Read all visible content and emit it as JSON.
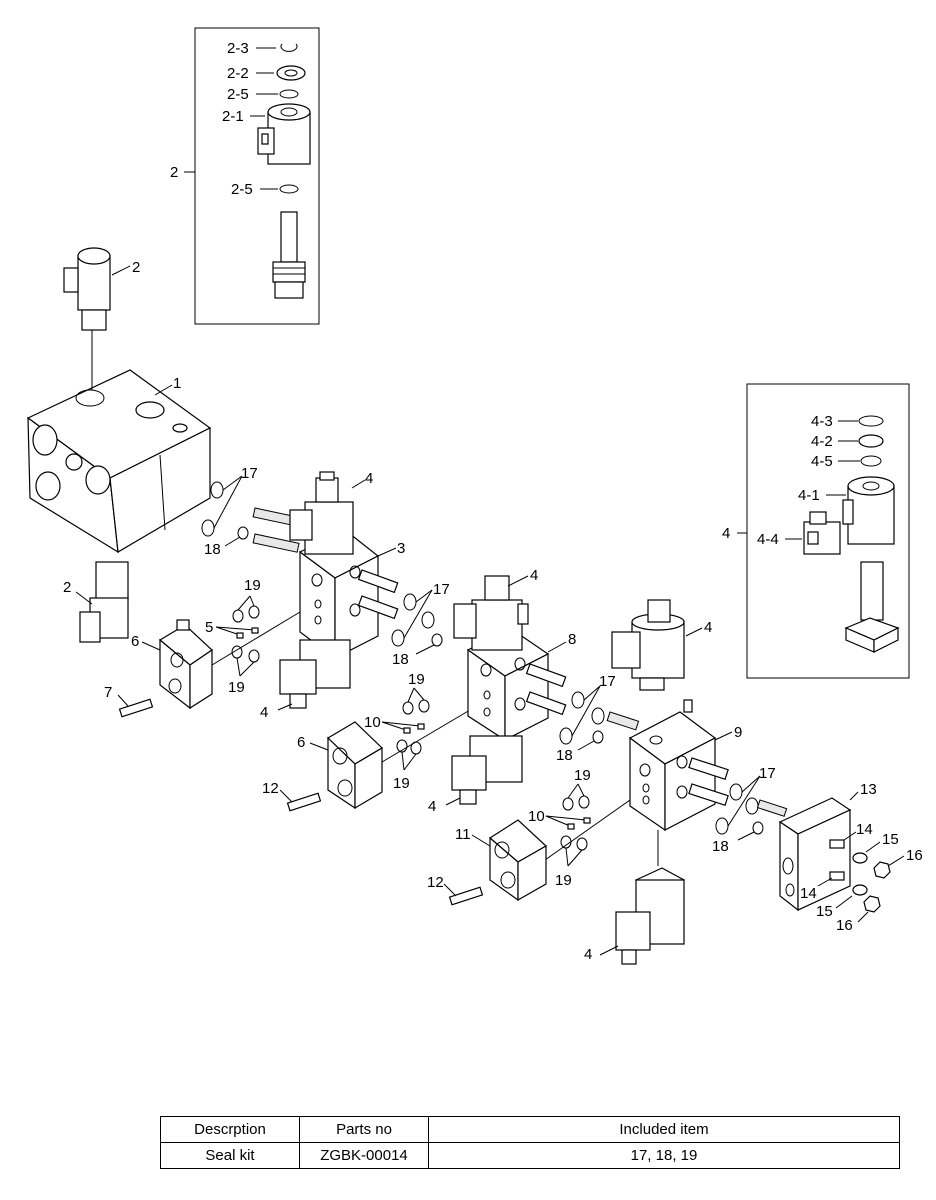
{
  "callouts": {
    "c1": "1",
    "c2a": "2",
    "c2b": "2",
    "c2c": "2",
    "c2_1": "2-1",
    "c2_2": "2-2",
    "c2_3": "2-3",
    "c2_5a": "2-5",
    "c2_5b": "2-5",
    "c3": "3",
    "c4a": "4",
    "c4b": "4",
    "c4c": "4",
    "c4d": "4",
    "c4e": "4",
    "c4f": "4",
    "c4_1": "4-1",
    "c4_2": "4-2",
    "c4_3": "4-3",
    "c4_4": "4-4",
    "c4_5": "4-5",
    "c5": "5",
    "c6a": "6",
    "c6b": "6",
    "c7": "7",
    "c8": "8",
    "c9": "9",
    "c10a": "10",
    "c10b": "10",
    "c11": "11",
    "c12a": "12",
    "c12b": "12",
    "c13": "13",
    "c14a": "14",
    "c14b": "14",
    "c15a": "15",
    "c15b": "15",
    "c16a": "16",
    "c16b": "16",
    "c17a": "17",
    "c17b": "17",
    "c17c": "17",
    "c17d": "17",
    "c18a": "18",
    "c18b": "18",
    "c18c": "18",
    "c18d": "18",
    "c19a": "19",
    "c19b": "19",
    "c19c": "19",
    "c19d": "19",
    "c19e": "19",
    "c19f": "19"
  },
  "table": {
    "headers": [
      "Descrption",
      "Parts no",
      "Included item"
    ],
    "row": [
      "Seal kit",
      "ZGBK-00014",
      "17, 18, 19"
    ]
  }
}
